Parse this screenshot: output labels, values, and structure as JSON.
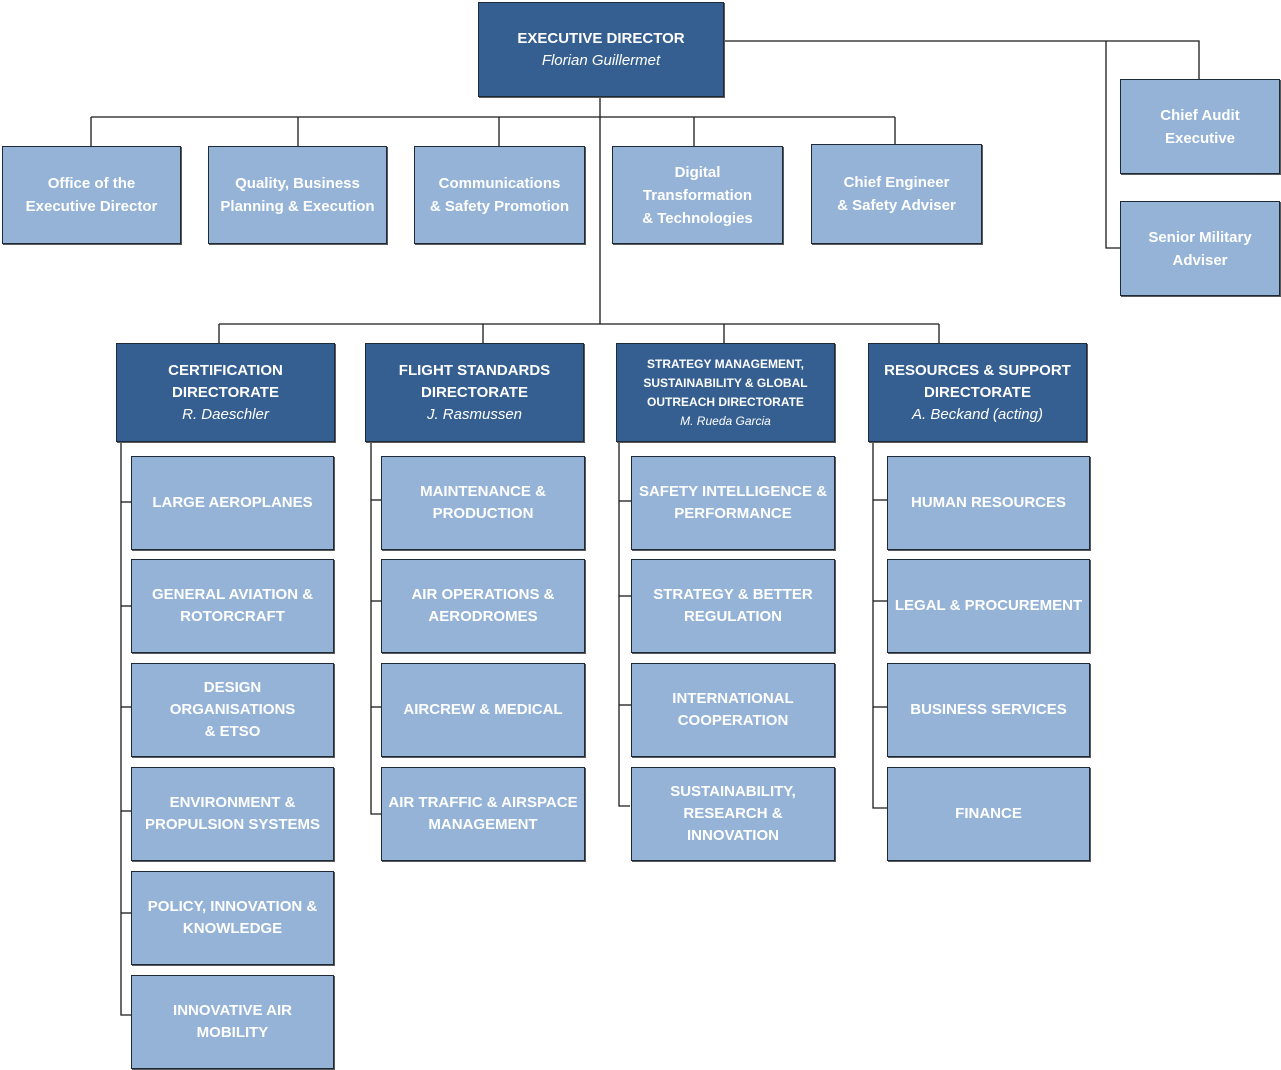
{
  "chart_title": "",
  "executive": {
    "title": "EXECUTIVE DIRECTOR",
    "name": "Florian Guillermet"
  },
  "advisers_right": [
    {
      "line1": "Chief Audit",
      "line2": "Executive"
    },
    {
      "line1": "Senior Military",
      "line2": "Adviser"
    }
  ],
  "offices": [
    {
      "line1": "Office of the",
      "line2": "Executive Director",
      "line3": ""
    },
    {
      "line1": "Quality, Business",
      "line2": "Planning & Execution",
      "line3": ""
    },
    {
      "line1": "Communications",
      "line2": "& Safety Promotion",
      "line3": ""
    },
    {
      "line1": "Digital",
      "line2": "Transformation",
      "line3": "& Technologies"
    },
    {
      "line1": "Chief Engineer",
      "line2": "& Safety Adviser",
      "line3": ""
    }
  ],
  "directorates": [
    {
      "title_lines": [
        "CERTIFICATION",
        "DIRECTORATE"
      ],
      "head": "R. Daeschler",
      "departments": [
        [
          "LARGE AEROPLANES"
        ],
        [
          "GENERAL AVIATION &",
          "ROTORCRAFT"
        ],
        [
          "DESIGN",
          "ORGANISATIONS",
          "& ETSO"
        ],
        [
          "ENVIRONMENT &",
          "PROPULSION SYSTEMS"
        ],
        [
          "POLICY, INNOVATION &",
          "KNOWLEDGE"
        ],
        [
          "INNOVATIVE AIR",
          "MOBILITY"
        ]
      ]
    },
    {
      "title_lines": [
        "FLIGHT STANDARDS",
        "DIRECTORATE"
      ],
      "head": "J. Rasmussen",
      "departments": [
        [
          "MAINTENANCE &",
          "PRODUCTION"
        ],
        [
          "AIR OPERATIONS &",
          "AERODROMES"
        ],
        [
          "AIRCREW & MEDICAL"
        ],
        [
          "AIR TRAFFIC & AIRSPACE",
          "MANAGEMENT"
        ]
      ]
    },
    {
      "title_lines": [
        "STRATEGY MANAGEMENT,",
        "SUSTAINABILITY & GLOBAL",
        "OUTREACH DIRECTORATE"
      ],
      "head": "M. Rueda Garcia",
      "departments": [
        [
          "SAFETY INTELLIGENCE &",
          "PERFORMANCE"
        ],
        [
          "STRATEGY & BETTER",
          "REGULATION"
        ],
        [
          "INTERNATIONAL",
          "COOPERATION"
        ],
        [
          "SUSTAINABILITY,",
          "RESEARCH &",
          "INNOVATION"
        ]
      ]
    },
    {
      "title_lines": [
        "RESOURCES & SUPPORT",
        "DIRECTORATE"
      ],
      "head": "A. Beckand (acting)",
      "departments": [
        [
          "HUMAN RESOURCES"
        ],
        [
          "LEGAL & PROCUREMENT"
        ],
        [
          "BUSINESS SERVICES"
        ],
        [
          "FINANCE"
        ]
      ]
    }
  ],
  "colors": {
    "dark_box": "#365f91",
    "light_box": "#95b3d7",
    "text": "#ffffff",
    "line": "#000000"
  }
}
